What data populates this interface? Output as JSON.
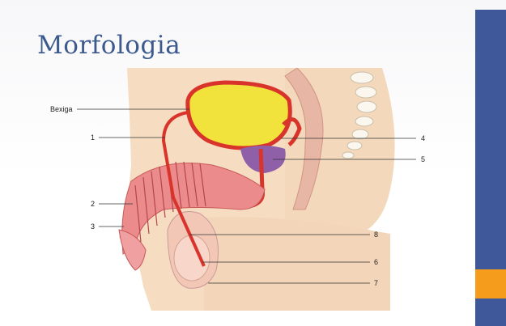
{
  "slide": {
    "title": "Morfologia"
  },
  "figure": {
    "labels": {
      "bexiga": "Bexiga",
      "l1": "1",
      "l2": "2",
      "l3": "3",
      "l4": "4",
      "l5": "5",
      "l6": "6",
      "l7": "7",
      "l8": "8"
    }
  },
  "colors": {
    "title": "#3c5a8c",
    "side_bar": "#3f5899",
    "accent": "#f59c1c",
    "skin": "#f6ddc2",
    "bladder": "#f2e23c",
    "duct": "#d9342b",
    "prostate": "#8f5fa8"
  }
}
